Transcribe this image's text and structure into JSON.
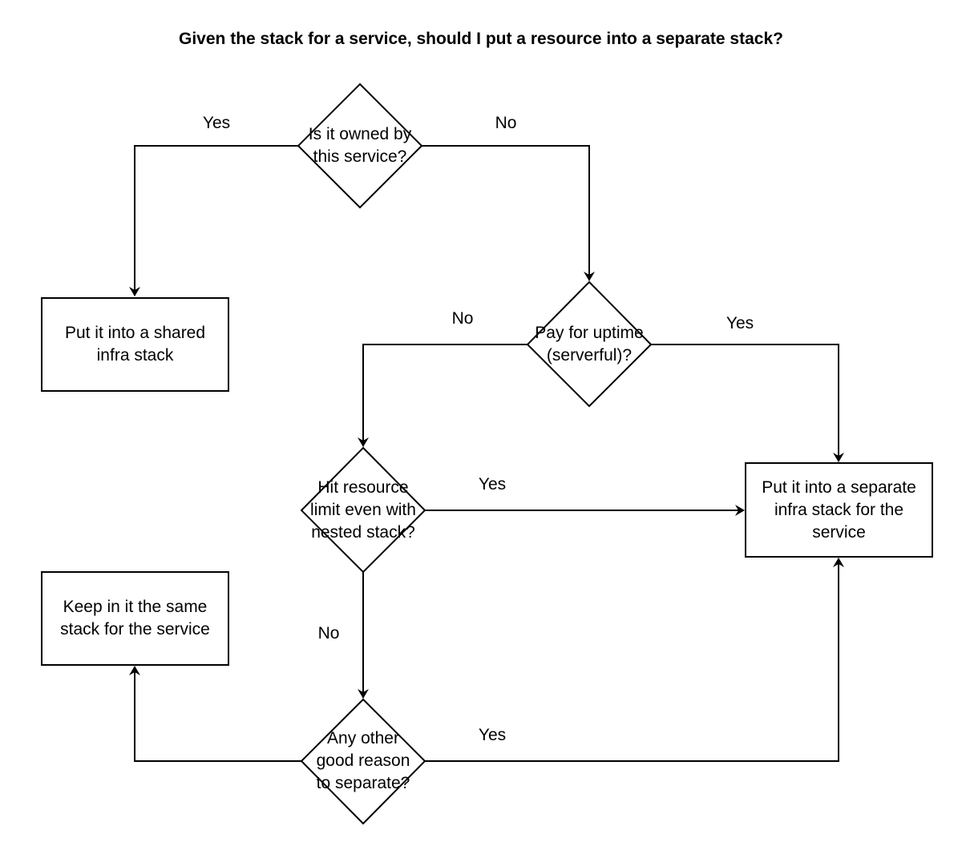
{
  "title": "Given the stack for a service, should I put a resource into a separate stack?",
  "nodes": {
    "owned": {
      "label": "Is it owned by\nthis service?"
    },
    "shared": {
      "label": "Put it into a shared\ninfra stack"
    },
    "uptime": {
      "label": "Pay for uptime\n(serverful)?"
    },
    "limit": {
      "label": "Hit resource\nlimit even with\nnested stack?"
    },
    "separate": {
      "label": "Put it into a separate\ninfra stack for the\nservice"
    },
    "reason": {
      "label": "Any other\ngood reason\nto separate?"
    },
    "same": {
      "label": "Keep in it the same\nstack for the service"
    }
  },
  "edge_labels": {
    "owned_yes": "Yes",
    "owned_no": "No",
    "uptime_no": "No",
    "uptime_yes": "Yes",
    "limit_yes": "Yes",
    "limit_no": "No",
    "reason_yes": "Yes"
  },
  "colors": {
    "stroke": "#000000",
    "background": "#ffffff"
  }
}
